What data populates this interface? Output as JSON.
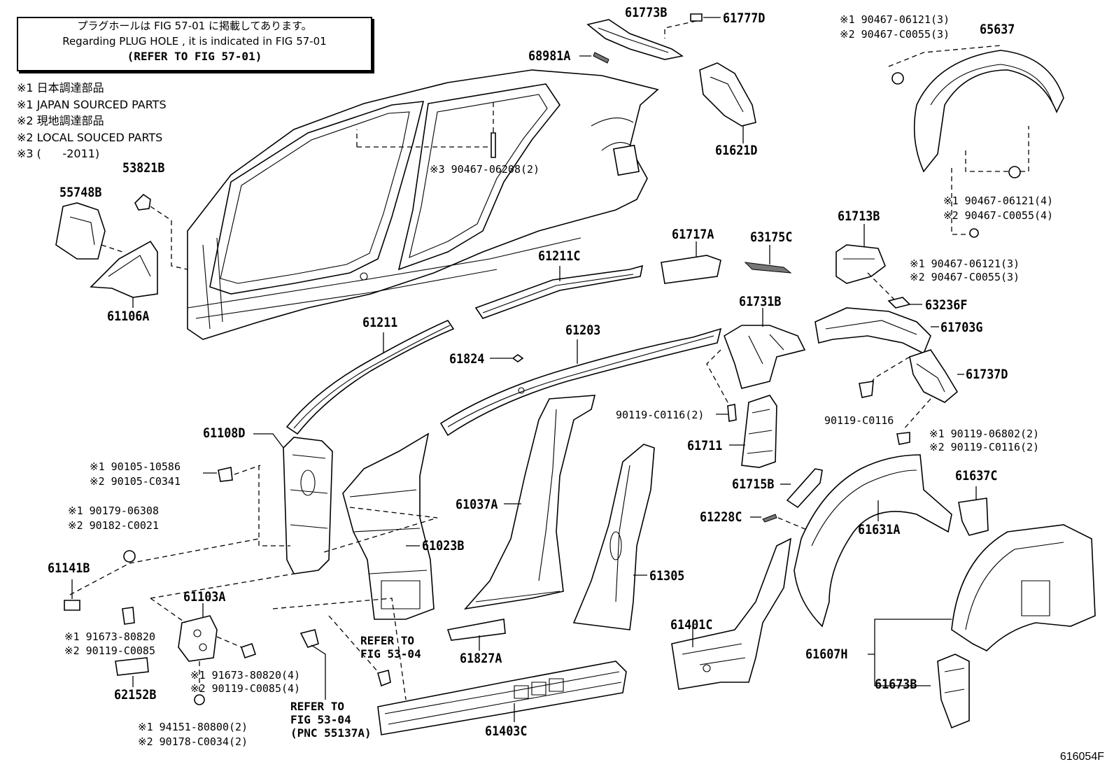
{
  "note_box": {
    "line_jp": "プラグホールは FIG 57-01 に掲載してあります。",
    "line_en": "Regarding PLUG HOLE , it is indicated in FIG 57-01",
    "line_ref": "(REFER TO FIG 57-01)"
  },
  "legend": [
    "※1 日本調達部品",
    "※1 JAPAN SOURCED PARTS",
    "※2 現地調達部品",
    "※2 LOCAL SOUCED PARTS",
    "※3 (      -2011)"
  ],
  "parts": {
    "p61773B": "61773B",
    "p61777D": "61777D",
    "p68981A": "68981A",
    "p61621D": "61621D",
    "p65637": "65637",
    "p53821B": "53821B",
    "p55748B": "55748B",
    "p61106A": "61106A",
    "p61211C": "61211C",
    "p61717A": "61717A",
    "p63175C": "63175C",
    "p61713B": "61713B",
    "p63236F": "63236F",
    "p61211": "61211",
    "p61203": "61203",
    "p61731B": "61731B",
    "p61703G": "61703G",
    "p61824": "61824",
    "p61737D": "61737D",
    "p61108D": "61108D",
    "p61711": "61711",
    "p61037A": "61037A",
    "p61023B": "61023B",
    "p61715B": "61715B",
    "p61637C": "61637C",
    "p61228C": "61228C",
    "p61631A": "61631A",
    "p61141B": "61141B",
    "p61305": "61305",
    "p61103A": "61103A",
    "p61401C": "61401C",
    "p61607H": "61607H",
    "p61827A": "61827A",
    "p62152B": "62152B",
    "p61673B": "61673B",
    "p61403C": "61403C"
  },
  "fasteners": {
    "f_top_right_1": "※1 90467-06121(3)",
    "f_top_right_2": "※2 90467-C0055(3)",
    "f_roof_clip": "※3 90467-06208(2)",
    "f_mid_right_1": "※1 90467-06121(4)",
    "f_mid_right_2": "※2 90467-C0055(4)",
    "f_right2_1": "※1 90467-06121(3)",
    "f_right2_2": "※2 90467-C0055(3)",
    "f_bolt_center": "90119-C0116(2)",
    "f_bolt_right": "90119-C0116",
    "f_bolt_rr_1": "※1 90119-06802(2)",
    "f_bolt_rr_2": "※2 90119-C0116(2)",
    "f_left_bolt_1": "※1 90105-10586",
    "f_left_bolt_2": "※2 90105-C0341",
    "f_left_plug_1": "※1 90179-06308",
    "f_left_plug_2": "※2 90182-C0021",
    "f_lower_left_1": "※1 91673-80820",
    "f_lower_left_2": "※2 90119-C0085",
    "f_lower_mid_1": "※1 91673-80820(4)",
    "f_lower_mid_2": "※2 90119-C0085(4)",
    "f_lower_bot_1": "※1 94151-80800(2)",
    "f_lower_bot_2": "※2 90178-C0034(2)"
  },
  "references": {
    "refer_a": "REFER TO\nFIG 53-04",
    "refer_b": "REFER TO\nFIG 53-04\n(PNC 55137A)"
  },
  "figure_id": "616054F"
}
